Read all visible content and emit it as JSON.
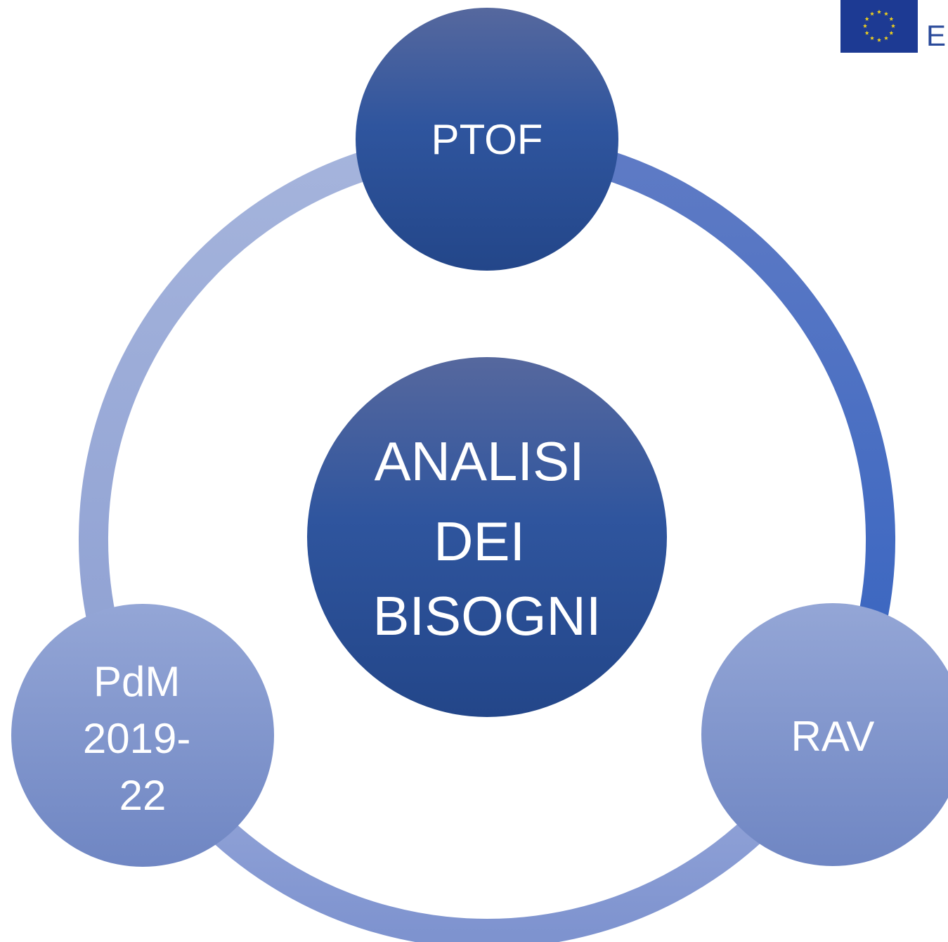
{
  "diagram": {
    "center": {
      "lines": [
        "ANALISI",
        "DEI",
        "BISOGNI"
      ]
    },
    "nodes": [
      {
        "id": "ptof",
        "lines": [
          "PTOF"
        ]
      },
      {
        "id": "rav",
        "lines": [
          "RAV"
        ]
      },
      {
        "id": "pdm",
        "lines": [
          "PdM",
          "2019-",
          "22"
        ]
      }
    ]
  },
  "logo": {
    "letter": "E"
  },
  "colors": {
    "dark_blue_top": "#56689e",
    "dark_blue_bottom": "#1f4488",
    "light_blue_top": "#94a6d6",
    "light_blue_bottom": "#6f86c3",
    "ring_light": "#a2b2da",
    "ring_bright": "#3a66c0",
    "eu_flag": "#1d3a93",
    "eu_star": "#f2d21a"
  }
}
